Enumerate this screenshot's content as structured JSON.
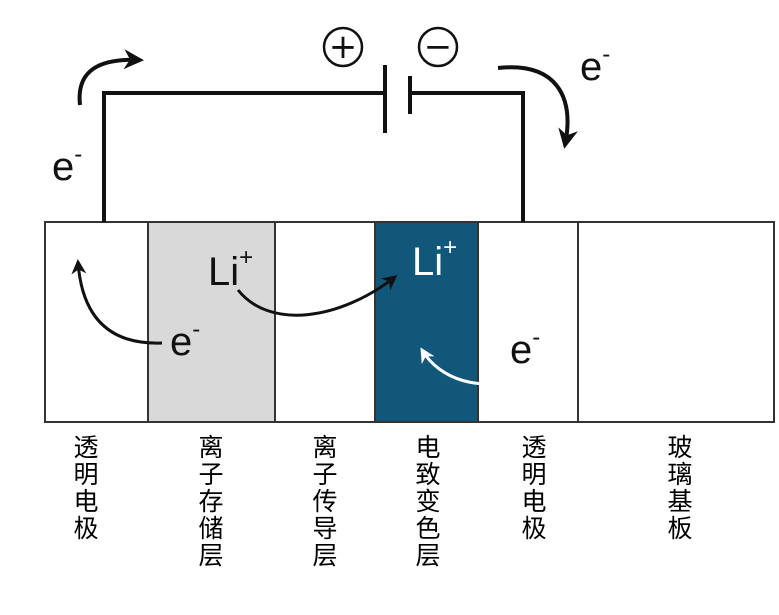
{
  "battery": {
    "positive_symbol": "+",
    "negative_symbol": "−"
  },
  "charges": {
    "electron": "e",
    "electron_sup": "-",
    "lithium": "Li",
    "lithium_sup": "+"
  },
  "layers": [
    {
      "name": "透明电极",
      "fill": "#ffffff"
    },
    {
      "name": "离子存储层",
      "fill": "#d9d9d9"
    },
    {
      "name": "离子传导层",
      "fill": "#ffffff"
    },
    {
      "name": "电致变色层",
      "fill": "#11577a"
    },
    {
      "name": "透明电极",
      "fill": "#ffffff"
    },
    {
      "name": "玻璃基板",
      "fill": "#ffffff"
    }
  ]
}
